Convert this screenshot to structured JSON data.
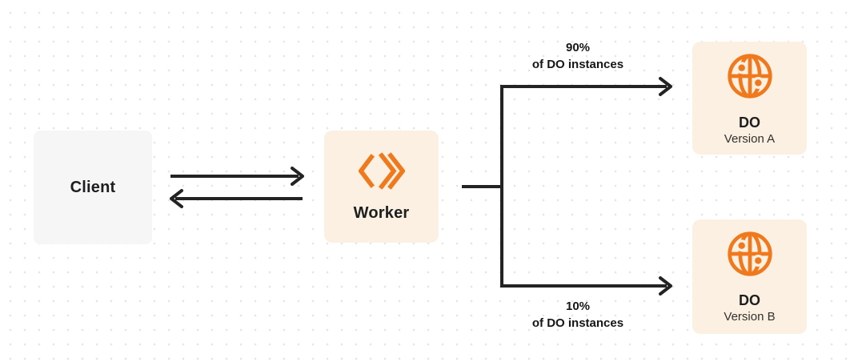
{
  "colors": {
    "background": "#ffffff",
    "dot": "#e5e5e7",
    "client_box": "#f6f6f7",
    "accent_box": "#fbf0e1",
    "orange": "#f0791d",
    "line": "#232323",
    "text_dark": "#1d1e20",
    "text_secondary": "#33312e"
  },
  "nodes": {
    "client": {
      "label": "Client"
    },
    "worker": {
      "label": "Worker",
      "icon": "workers-logo-icon"
    },
    "do_version_a": {
      "title": "DO",
      "subtitle": "Version A",
      "icon": "globe-icon"
    },
    "do_version_b": {
      "title": "DO",
      "subtitle": "Version B",
      "icon": "globe-icon"
    }
  },
  "edges": {
    "client_worker": {
      "type": "bidirectional"
    },
    "to_version_a": {
      "percent": "90%",
      "caption": "of DO instances"
    },
    "to_version_b": {
      "percent": "10%",
      "caption": "of DO instances"
    }
  }
}
